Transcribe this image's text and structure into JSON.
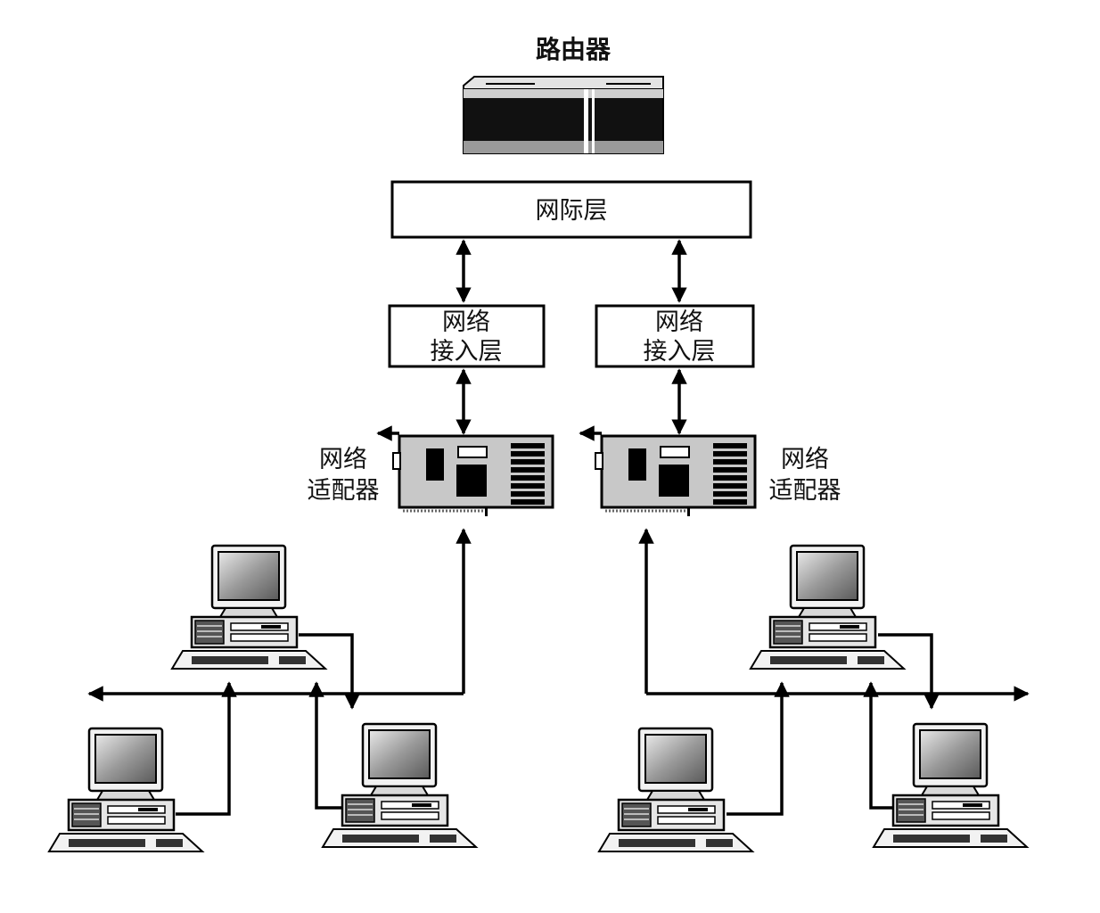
{
  "router": {
    "label": "路由器"
  },
  "internet_layer": {
    "label": "网际层"
  },
  "access_layers": [
    {
      "line1": "网络",
      "line2": "接入层"
    },
    {
      "line1": "网络",
      "line2": "接入层"
    }
  ],
  "adapters": [
    {
      "line1": "网络",
      "line2": "适配器"
    },
    {
      "line1": "网络",
      "line2": "适配器"
    }
  ],
  "icons": [
    "router-icon",
    "network-card-icon",
    "computer-icon"
  ],
  "colors": {
    "stroke": "#000000",
    "background": "#ffffff",
    "card_fill": "#c8c8c8",
    "screen_fill": "#a0a0a0"
  }
}
